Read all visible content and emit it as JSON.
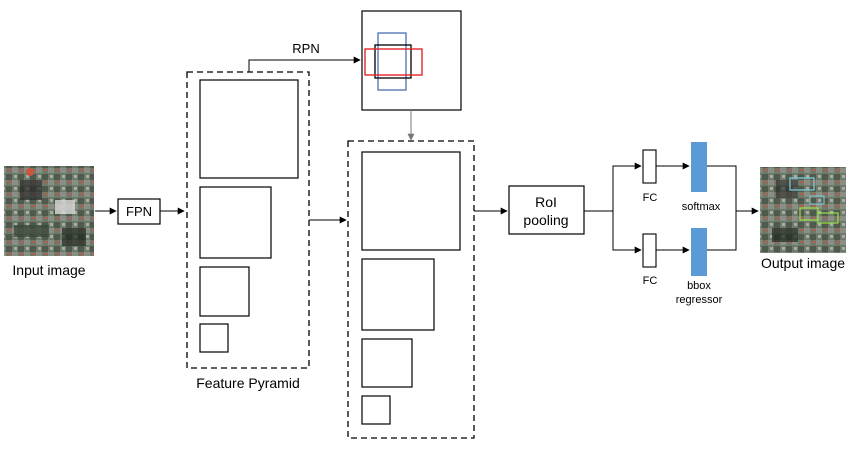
{
  "labels": {
    "input_image": "Input image",
    "fpn": "FPN",
    "rpn": "RPN",
    "feature_pyramid": "Feature Pyramid",
    "roi_pooling_line1": "RoI",
    "roi_pooling_line2": "pooling",
    "fc_top": "FC",
    "fc_bottom": "FC",
    "softmax": "softmax",
    "bbox_line1": "bbox",
    "bbox_line2": "regressor",
    "output_image": "Output image"
  },
  "colors": {
    "stroke": "#000000",
    "accent_blue": "#5b9bd5",
    "proposal_red": "#e0262b",
    "proposal_blue": "#4a6fb0",
    "detection_green": "#9be04a",
    "detection_cyan": "#7fd0e0"
  },
  "icons": {
    "input_thumbnail": "satellite-image",
    "output_thumbnail": "satellite-image-with-detections"
  }
}
